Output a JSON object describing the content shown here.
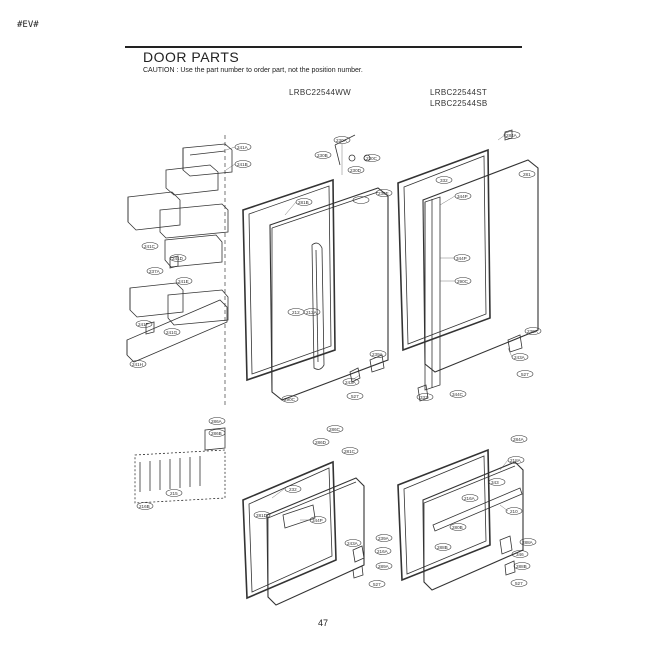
{
  "header": {
    "tag": "#EV#",
    "title": "DOOR PARTS",
    "caution": "CAUTION : Use the part number to order part, not the position number."
  },
  "models": {
    "left": "LRBC22544WW",
    "right_1": "LRBC22544ST",
    "right_2": "LRBC22544SB"
  },
  "callouts": {
    "c241a": "241A",
    "c241b": "241B",
    "c241c": "241C",
    "c241d": "241D",
    "c241e": "241E",
    "c241f": "241F",
    "c241g": "241G",
    "c241h": "241H",
    "c237a": "237A",
    "c230a": "230A",
    "c230b": "230B",
    "c230c": "230C",
    "c230d": "230D",
    "c281b": "281B",
    "c212": "212",
    "c212a": "212A",
    "c230e": "230E",
    "c239a": "239A",
    "c243a": "243A",
    "c527a": "527",
    "c284a": "284A",
    "c332": "332",
    "c281": "281",
    "c344p1": "344P",
    "c344p2": "344P",
    "c290c": "290C",
    "c230f": "230A",
    "c243b": "243A",
    "c527b": "527",
    "c333": "333",
    "c344c": "344C",
    "c286a": "286A",
    "c286b": "286B",
    "c216b": "216B",
    "c215": "215",
    "c286c": "286C",
    "c286d": "286D",
    "c281c": "281C",
    "c232": "232",
    "c281d": "281D",
    "c344p3": "344P",
    "c239b": "239A",
    "c216a": "216A",
    "c243c": "243A",
    "c289a": "289A",
    "c527c": "527",
    "c284b": "284A",
    "c218a": "218A",
    "c210": "210",
    "c216c": "216A",
    "c280": "280B",
    "c288a": "288A",
    "c343": "343",
    "c288b": "288B",
    "c346": "346",
    "c527d": "527"
  },
  "footer": {
    "page_number": "47"
  }
}
